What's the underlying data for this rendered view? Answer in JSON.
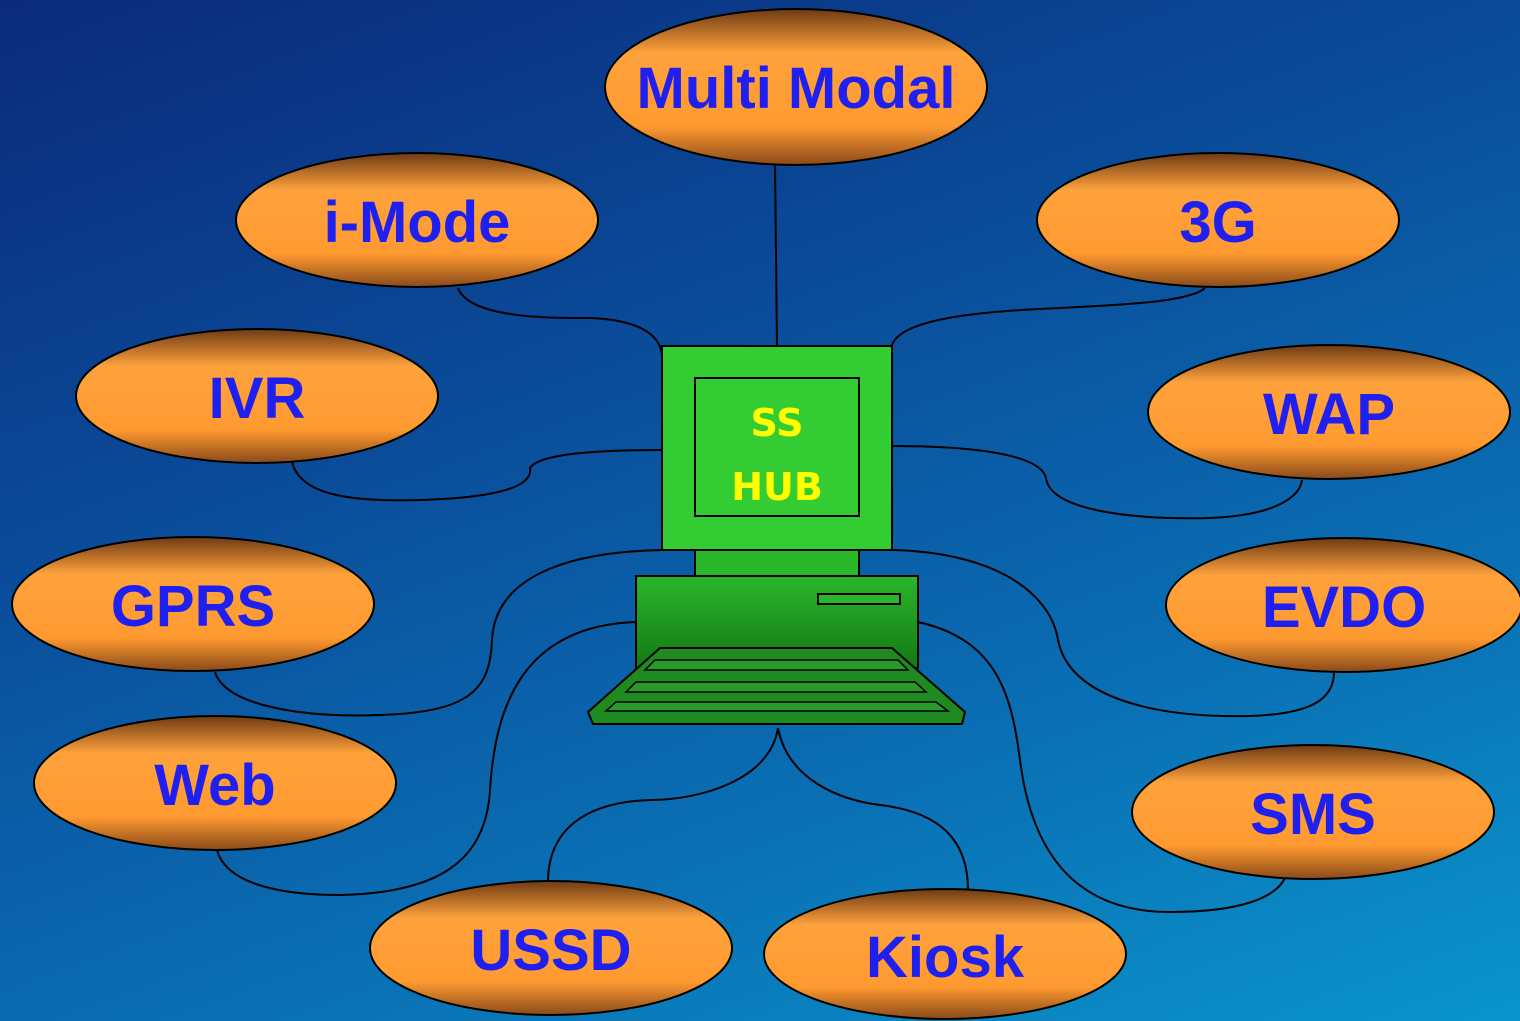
{
  "colors": {
    "background_top": "#0b2a7a",
    "background_bottom": "#0a95cc",
    "node_fill_light": "#ffa23c",
    "node_fill_dark": "#8a4a1a",
    "node_text": "#1f1ff0",
    "hub_body": "#33cc33",
    "hub_text": "#ffff00",
    "connector": "#000000"
  },
  "hub": {
    "line1": "SS",
    "line2": "HUB"
  },
  "nodes": [
    {
      "id": "multi-modal",
      "label": "Multi Modal"
    },
    {
      "id": "i-mode",
      "label": "i-Mode"
    },
    {
      "id": "3g",
      "label": "3G"
    },
    {
      "id": "ivr",
      "label": "IVR"
    },
    {
      "id": "wap",
      "label": "WAP"
    },
    {
      "id": "gprs",
      "label": "GPRS"
    },
    {
      "id": "evdo",
      "label": "EVDO"
    },
    {
      "id": "web",
      "label": "Web"
    },
    {
      "id": "sms",
      "label": "SMS"
    },
    {
      "id": "ussd",
      "label": "USSD"
    },
    {
      "id": "kiosk",
      "label": "Kiosk"
    }
  ]
}
